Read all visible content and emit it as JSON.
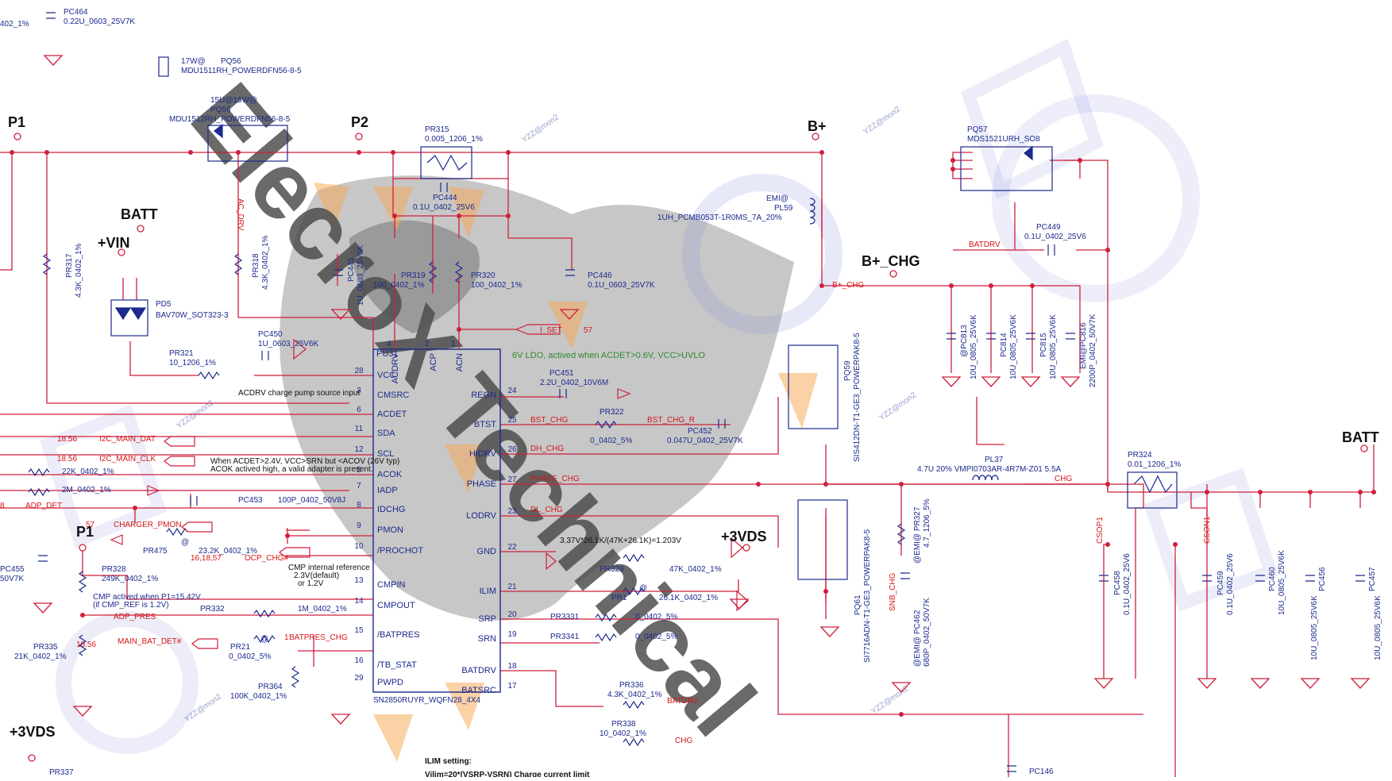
{
  "nets": {
    "p1_top": "P1",
    "p2": "P2",
    "bplus": "B+",
    "batt_left": "BATT",
    "vin": "+VIN",
    "bplus_chg": "B+_CHG",
    "batt_right": "BATT",
    "vds3_mid": "+3VDS",
    "p1_left": "P1",
    "vds3_bottom": "+3VDS"
  },
  "parts": {
    "pc464": {
      "ref": "PC464",
      "val": "0.22U_0603_25V7K"
    },
    "pq56a": {
      "tag": "17W@",
      "ref": "PQ56",
      "val": "MDU1511RH_POWERDFN56-8-5"
    },
    "pq56b": {
      "tag": "15U@15W@",
      "ref": "PQ56",
      "val": "MDU1512RH_POWERDFN56-8-5"
    },
    "pr315": {
      "ref": "PR315",
      "val": "0.005_1206_1%"
    },
    "pc444": {
      "ref": "PC444",
      "val": "0.1U_0402_25V6"
    },
    "pl59": {
      "tag": "EMI@",
      "ref": "PL59",
      "val": "1UH_PCMB053T-1R0MS_7A_20%"
    },
    "pq57": {
      "ref": "PQ57",
      "val": "MDS1521URH_SO8"
    },
    "pc449": {
      "ref": "PC449",
      "val": "0.1U_0402_25V6"
    },
    "pr317": {
      "ref": "PR317",
      "val": "4.3K_0402_1%"
    },
    "pr318": {
      "ref": "PR318",
      "val": "4.3K_0402_1%"
    },
    "pc445": {
      "ref": "PC445",
      "val": "1U_0603_25V6K"
    },
    "pr319": {
      "ref": "PR319",
      "val": "100_0402_1%"
    },
    "pr320": {
      "ref": "PR320",
      "val": "100_0402_1%"
    },
    "pc446": {
      "ref": "PC446",
      "val": "0.1U_0603_25V7K"
    },
    "pd5": {
      "ref": "PD5",
      "val": "BAV70W_SOT323-3"
    },
    "pc450": {
      "ref": "PC450",
      "val": "1U_0603_25V6K"
    },
    "pr321": {
      "ref": "PR321",
      "val": "10_1206_1%"
    },
    "pc451": {
      "ref": "PC451",
      "val": "2.2U_0402_10V6M"
    },
    "pr322": {
      "ref": "PR322",
      "val": "0_0402_5%"
    },
    "pc452": {
      "ref": "PC452",
      "val": "0.047U_0402_25V7K"
    },
    "pq59": {
      "ref": "PQ59",
      "val": "SIS412DN-T1-GE3_POWERPAK8-5"
    },
    "pc813": {
      "ref": "@PC813",
      "val": "10U_0805_25V6K"
    },
    "pc814": {
      "ref": "PC814",
      "val": "10U_0805_25V6K"
    },
    "pc815": {
      "ref": "PC815",
      "val": "10U_0805_25V6K"
    },
    "pc816": {
      "ref": "EMI@PC816",
      "val": "2200P_0402_50V7K"
    },
    "pl37": {
      "ref": "PL37",
      "val": "4.7U 20% VMPI0703AR-4R7M-Z01 5.5A"
    },
    "pr324": {
      "ref": "PR324",
      "val": "0.01_1206_1%"
    },
    "pr327": {
      "ref": "@EMI@ PR327",
      "val": "4.7_1206_5%"
    },
    "pc462": {
      "ref": "@EMI@ PC462",
      "val": "680P_0402_50V7K"
    },
    "pq61": {
      "ref": "PQ61",
      "val": "SI7716ADN-T1-GE3_POWERPAK8-5"
    },
    "pr329": {
      "ref": "PR329",
      "val": "47K_0402_1%"
    },
    "pr1": {
      "ref": "PR1",
      "tag": "@",
      "val": "26.1K_0402_1%"
    },
    "pr3331": {
      "ref": "PR3331",
      "val": "0_0402_5%"
    },
    "pr3341": {
      "ref": "PR3341",
      "val": "0_0402_5%"
    },
    "pr336": {
      "ref": "PR336",
      "val": "4.3K_0402_1%"
    },
    "pr338": {
      "ref": "PR338",
      "val": "10_0402_1%"
    },
    "pc146": {
      "ref": "PC146"
    },
    "pc458": {
      "ref": "PC458",
      "val": "0.1U_0402_25V6"
    },
    "pc459": {
      "ref": "PC459",
      "val": "0.1U_0402_25V6"
    },
    "pc460": {
      "ref": "PC460",
      "val": "10U_0805_25V6K"
    },
    "pc456": {
      "ref": "PC456",
      "val": "10U_0805_25V6K"
    },
    "pc457": {
      "ref": "PC457",
      "val": "10U_0805_25V6K"
    },
    "pr475": {
      "ref": "PR475",
      "tag": "@",
      "val": "23.2K_0402_1%"
    },
    "pr328": {
      "ref": "PR328",
      "val": "249K_0402_1%"
    },
    "pc455": {
      "ref": "PC455",
      "val": "50V7K"
    },
    "pr332": {
      "ref": "PR332",
      "val": "1M_0402_1%"
    },
    "pr21": {
      "ref": "PR21",
      "tag": "@",
      "val": "0_0402_5%"
    },
    "pr335": {
      "ref": "PR335",
      "val": "21K_0402_1%"
    },
    "pr364": {
      "ref": "PR364",
      "val": "100K_0402_1%"
    },
    "pr337": {
      "ref": "PR337"
    },
    "pc453": {
      "ref": "PC453",
      "val": "100P_0402_50V8J"
    },
    "r22k": {
      "val": "22K_0402_1%"
    },
    "r2m": {
      "val": "2M_0402_1%"
    },
    "pc402": {
      "val": "402_1%"
    }
  },
  "ic": {
    "ref": "PU31",
    "part": "SN2850RUYR_WQFN28_4X4",
    "pins_left": [
      {
        "num": "28",
        "name": "VCC"
      },
      {
        "num": "3",
        "name": "CMSRC"
      },
      {
        "num": "6",
        "name": "ACDET"
      },
      {
        "num": "11",
        "name": "SDA"
      },
      {
        "num": "12",
        "name": "SCL"
      },
      {
        "num": "5",
        "name": "ACOK"
      },
      {
        "num": "7",
        "name": "IADP"
      },
      {
        "num": "8",
        "name": "IDCHG"
      },
      {
        "num": "9",
        "name": "PMON"
      },
      {
        "num": "10",
        "name": "/PROCHOT"
      },
      {
        "num": "13",
        "name": "CMPIN"
      },
      {
        "num": "14",
        "name": "CMPOUT"
      },
      {
        "num": "15",
        "name": "/BATPRES"
      },
      {
        "num": "16",
        "name": "/TB_STAT"
      },
      {
        "num": "29",
        "name": "PWPD"
      }
    ],
    "pins_right": [
      {
        "num": "24",
        "name": "REGN"
      },
      {
        "num": "25",
        "name": "BTST"
      },
      {
        "num": "26",
        "name": "HIDRV"
      },
      {
        "num": "27",
        "name": "PHASE"
      },
      {
        "num": "23",
        "name": "LODRV"
      },
      {
        "num": "22",
        "name": "GND"
      },
      {
        "num": "21",
        "name": "ILIM"
      },
      {
        "num": "20",
        "name": "SRP"
      },
      {
        "num": "19",
        "name": "SRN"
      },
      {
        "num": "18",
        "name": "BATDRV"
      },
      {
        "num": "17",
        "name": "BATSRC"
      }
    ],
    "pins_top": [
      {
        "num": "4",
        "name": "ACDRV"
      },
      {
        "num": "2",
        "name": "ACP"
      },
      {
        "num": "1",
        "name": "ACN"
      }
    ]
  },
  "signals": {
    "ac_drv": "AC_DRV",
    "i_set": "I_SET",
    "i_set_page": "57",
    "batdrv_top": "BATDRV",
    "bplus_chg_lbl": "B+_CHG",
    "bst_chg": "BST_CHG",
    "bst_chg_r": "BST_CHG_R",
    "dh_chg": "DH_CHG",
    "phase_chg": "PHASE_CHG",
    "dl_chg": "DL_CHG",
    "chg": "CHG",
    "snb_chg": "SNB_CHG",
    "csop1": "CSOP1",
    "cson1": "CSON1",
    "batdrv_bot": "BATDRV",
    "chg_bot": "CHG",
    "i2c_dat": "I2C_MAIN_DAT",
    "i2c_clk": "I2C_MAIN_CLK",
    "pg_1856a": "18.56",
    "pg_1856b": "18.56",
    "adp_det": "ADP_DET",
    "adp_page": "8",
    "charger_pmon": "CHARGER_PMON",
    "pmon_page": "57",
    "ocp_chg": "OCP_CHG#",
    "ocp_pages": "16,18,57",
    "adp_pres": "ADP_PRES",
    "main_bat_det": "MAIN_BAT_DET#",
    "batpres_chg": "BATPRES_CHG",
    "pg_1856c": "18.56",
    "pg_1b": "1"
  },
  "notes": {
    "ldo": "6V LDO, actived when ACDET>0.6V, VCC>UVLO",
    "acdrv": "ACDRV charge pump source input",
    "acok1": "When ACDET>2.4V, VCC>SRN but <ACOV (26V typ)",
    "acok2": "ACOK actived high, a valid adapter is present.",
    "cmp_ref1": "CMP internal reference",
    "cmp_ref2": "2.3V(default)",
    "cmp_ref3": "or 1.2V",
    "cmp_act1": "CMP actived when P1=15.42V",
    "cmp_act2": "(if CMP_REF is 1.2V)",
    "formula": "3.37V*26.1K/(47K+26.1K)=1.203V",
    "ilim1": "ILIM setting:",
    "ilim2": "Vilim=20*(VSRP-VSRN)   Charge current limit"
  },
  "watermark": {
    "main": "ElecroX Technical",
    "small": "YZZ@mon2",
    "colors": {
      "dark": "#3a3a3a",
      "orange": "#f5a04a",
      "blue": "#6f7bd9",
      "wire": "#d01f3c",
      "text": "#1b2a8c"
    }
  }
}
